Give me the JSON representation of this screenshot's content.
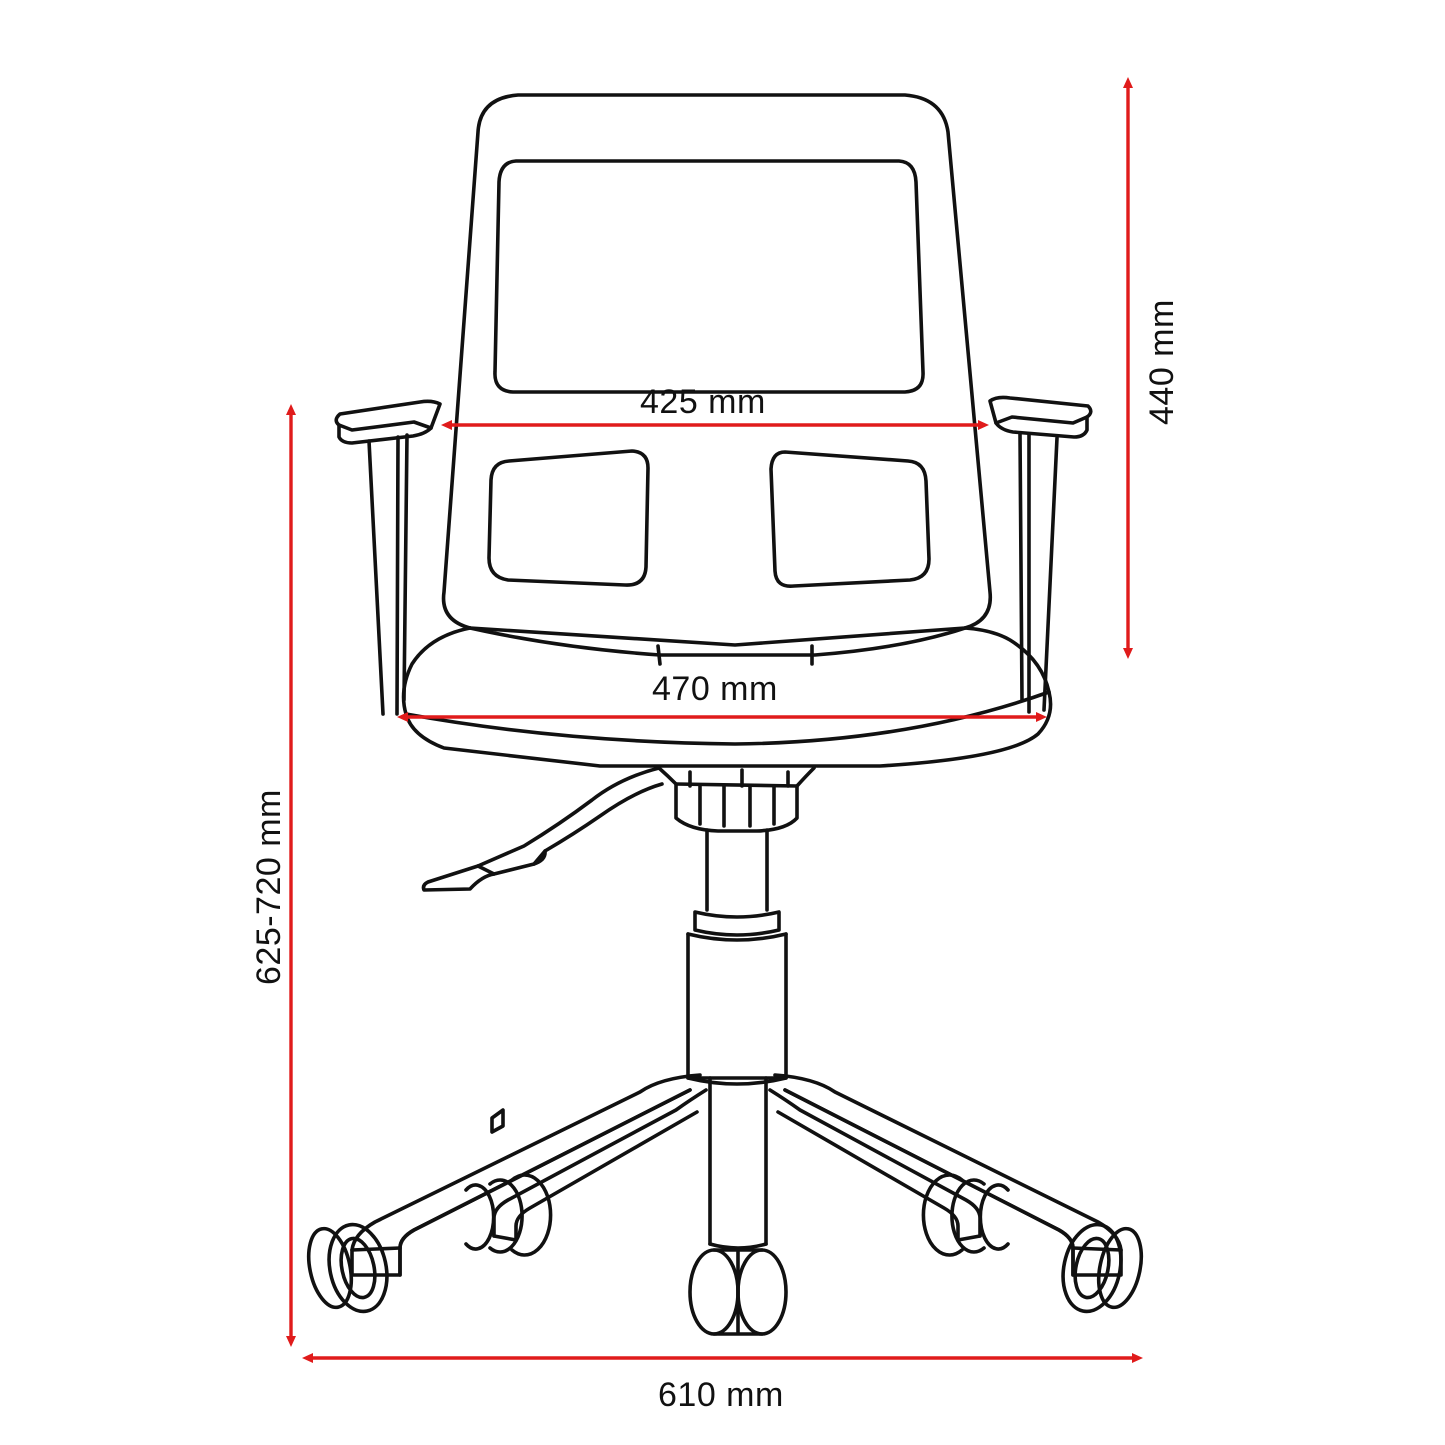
{
  "drawing": {
    "title": "Office chair front-view technical drawing",
    "subject": "office-chair",
    "view": "front elevation",
    "units": "mm",
    "line_color": "#111111",
    "dimension_color": "#e01b1b",
    "background_color": "#ffffff"
  },
  "dimensions": {
    "backrest_width": {
      "label": "425 mm",
      "value": 425,
      "unit": "mm",
      "orientation": "horizontal",
      "describes": "backrest inner panel width"
    },
    "seat_width": {
      "label": "470 mm",
      "value": 470,
      "unit": "mm",
      "orientation": "horizontal",
      "describes": "seat width"
    },
    "backrest_height": {
      "label": "440 mm",
      "value": 440,
      "unit": "mm",
      "orientation": "vertical",
      "describes": "backrest height"
    },
    "seat_height": {
      "label": "625-720 mm",
      "value_min": 625,
      "value_max": 720,
      "unit": "mm",
      "orientation": "vertical",
      "describes": "overall adjustable height"
    },
    "base_width": {
      "label": "610 mm",
      "value": 610,
      "unit": "mm",
      "orientation": "horizontal",
      "describes": "base diameter"
    }
  },
  "parts": [
    {
      "name": "backrest-frame",
      "label": "Backrest frame"
    },
    {
      "name": "backrest-mesh-panel",
      "label": "Backrest mesh panel"
    },
    {
      "name": "lumbar-cutout-left",
      "label": "Left lumbar cutout"
    },
    {
      "name": "lumbar-cutout-right",
      "label": "Right lumbar cutout"
    },
    {
      "name": "armrest-left",
      "label": "Left armrest"
    },
    {
      "name": "armrest-right",
      "label": "Right armrest"
    },
    {
      "name": "seat",
      "label": "Seat cushion"
    },
    {
      "name": "seat-mechanism",
      "label": "Seat mechanism"
    },
    {
      "name": "height-adjust-lever",
      "label": "Height adjustment lever"
    },
    {
      "name": "gas-cylinder",
      "label": "Gas lift cylinder"
    },
    {
      "name": "base-star",
      "label": "Five-star base"
    },
    {
      "name": "caster-front-center",
      "label": "Front center caster"
    },
    {
      "name": "caster-left-outer",
      "label": "Left outer caster"
    },
    {
      "name": "caster-right-outer",
      "label": "Right outer caster"
    },
    {
      "name": "caster-left-rear",
      "label": "Left rear caster"
    },
    {
      "name": "caster-right-rear",
      "label": "Right rear caster"
    }
  ]
}
